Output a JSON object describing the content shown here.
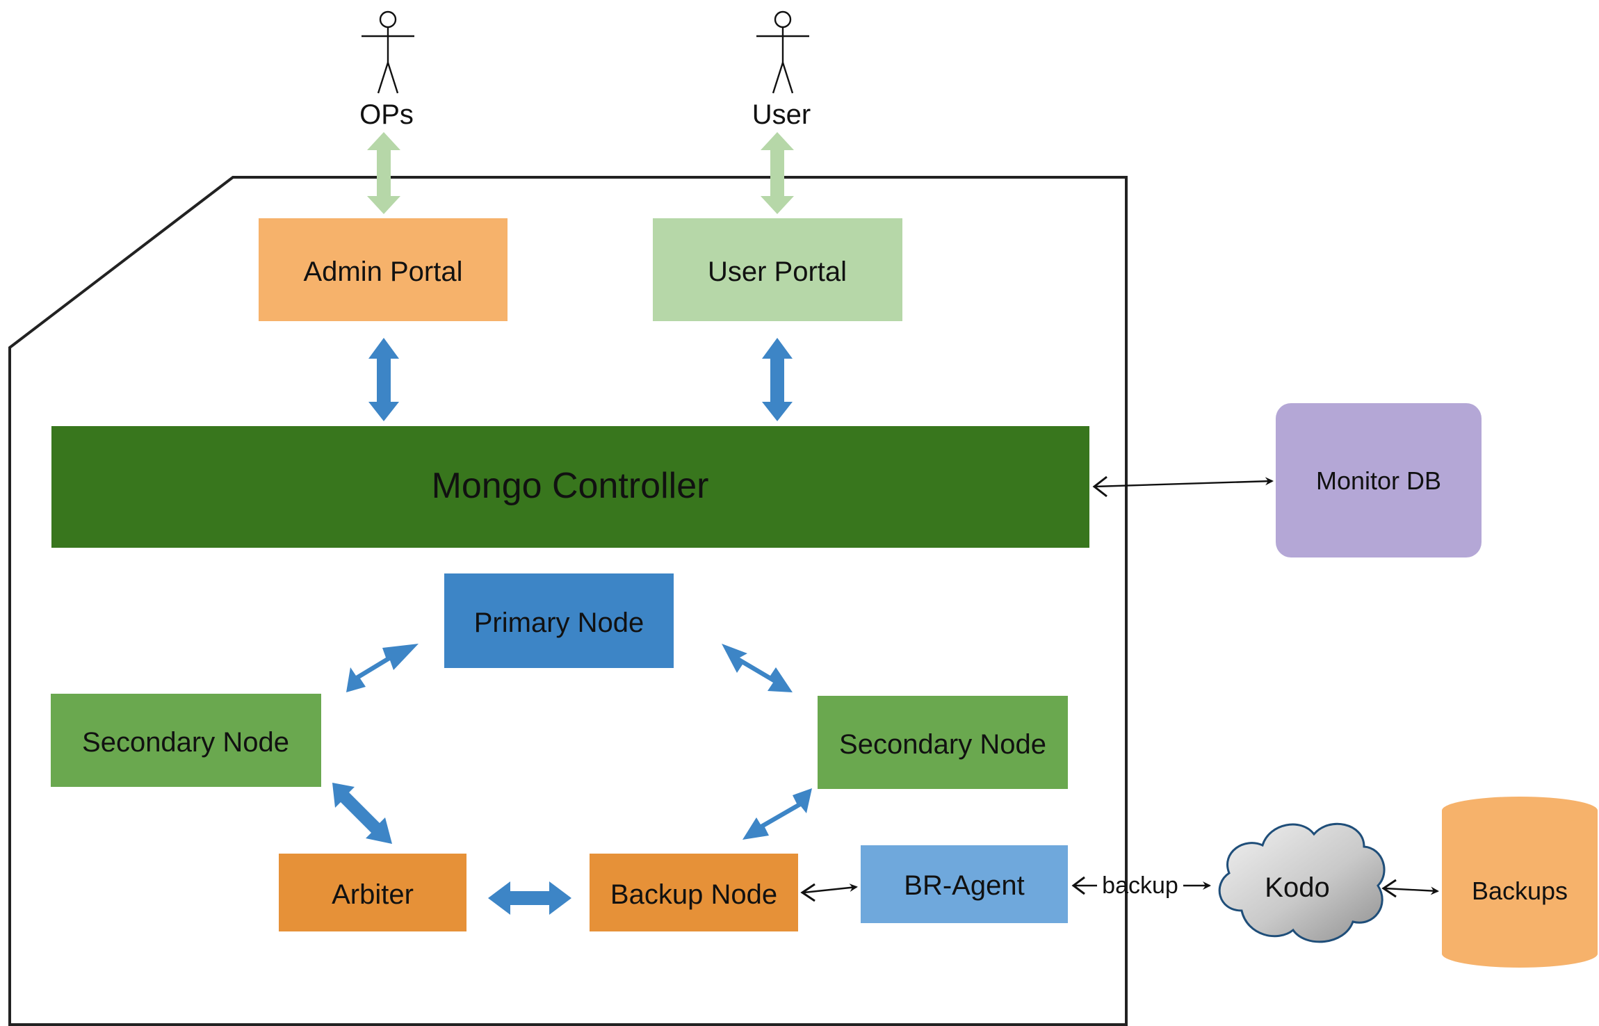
{
  "actors": {
    "ops": "OPs",
    "user": "User"
  },
  "portals": {
    "admin": "Admin Portal",
    "user": "User Portal"
  },
  "controller": "Mongo Controller",
  "external": {
    "monitor_db": "Monitor DB",
    "kodo": "Kodo",
    "backups": "Backups",
    "backup_link": "backup"
  },
  "nodes": {
    "primary": "Primary Node",
    "secondary_left": "Secondary Node",
    "secondary_right": "Secondary Node",
    "arbiter": "Arbiter",
    "backup_node": "Backup Node",
    "br_agent": "BR-Agent"
  },
  "colors": {
    "orange_light": "#f6b26b",
    "orange": "#e69138",
    "green_light": "#b6d7a8",
    "green": "#6aa84f",
    "green_dark": "#38761d",
    "blue": "#3d85c6",
    "blue_light": "#6fa8dc",
    "purple": "#b4a7d6",
    "arrow_blue": "#3d85c6",
    "arrow_green": "#b6d7a8"
  }
}
